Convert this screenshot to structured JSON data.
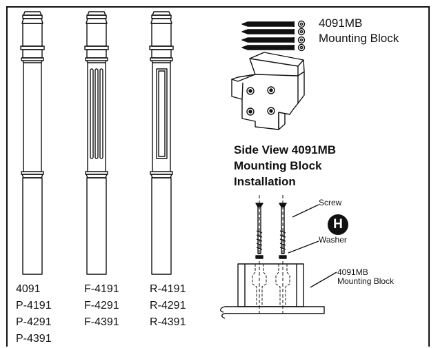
{
  "header_labels": {
    "part_number": "4091MB",
    "part_name": "Mounting Block"
  },
  "posts": [
    {
      "id": "plain",
      "models": [
        "4091",
        "P-4191",
        "P-4291",
        "P-4391"
      ]
    },
    {
      "id": "fluted",
      "models": [
        "F-4191",
        "F-4291",
        "F-4391"
      ]
    },
    {
      "id": "raised-panel",
      "models": [
        "R-4191",
        "R-4291",
        "R-4391"
      ]
    }
  ],
  "side_view": {
    "title_lines": [
      "Side View 4091MB",
      "Mounting Block",
      "Installation"
    ],
    "screw_label": "Screw",
    "washer_label": "Washer",
    "hardware_badge": "H",
    "block_label_lines": [
      "4091MB",
      "Mounting Block"
    ]
  }
}
